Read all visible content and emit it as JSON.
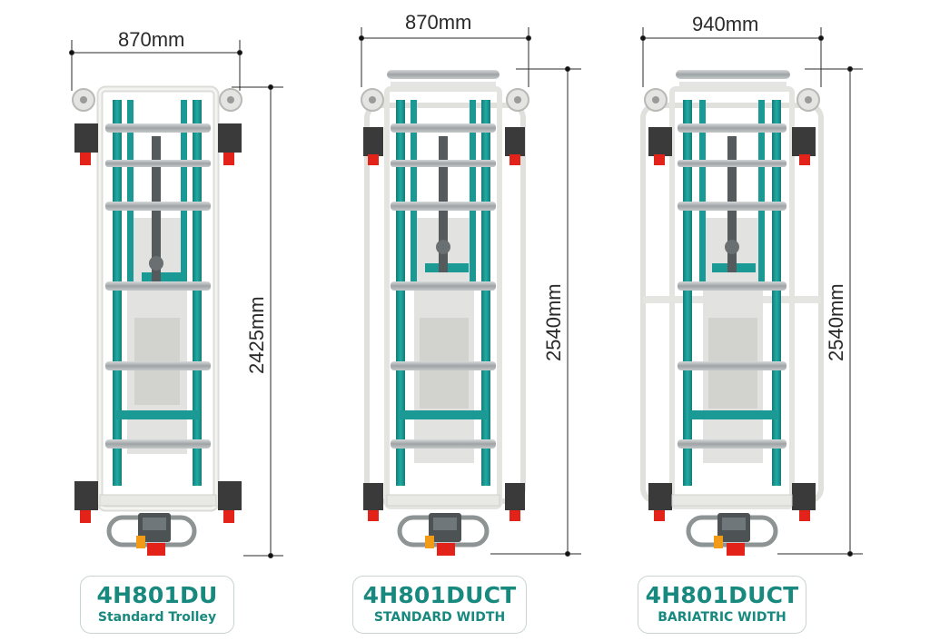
{
  "colors": {
    "teal_frame": "#1b9a95",
    "light_frame": "#ebebe8",
    "roller_grey": "#a8acad",
    "caster_dark": "#3a3a3a",
    "accent_red": "#e32219",
    "handle_orange": "#f29b16",
    "label_teal": "#17897e"
  },
  "trolleys": [
    {
      "width_label": "870mm",
      "length_label": "2425mm",
      "model": "4H801DU",
      "subtitle": "Standard Trolley"
    },
    {
      "width_label": "870mm",
      "length_label": "2540mm",
      "model": "4H801DUCT",
      "subtitle": "STANDARD WIDTH"
    },
    {
      "width_label": "940mm",
      "length_label": "2540mm",
      "model": "4H801DUCT",
      "subtitle": "BARIATRIC WIDTH"
    }
  ]
}
